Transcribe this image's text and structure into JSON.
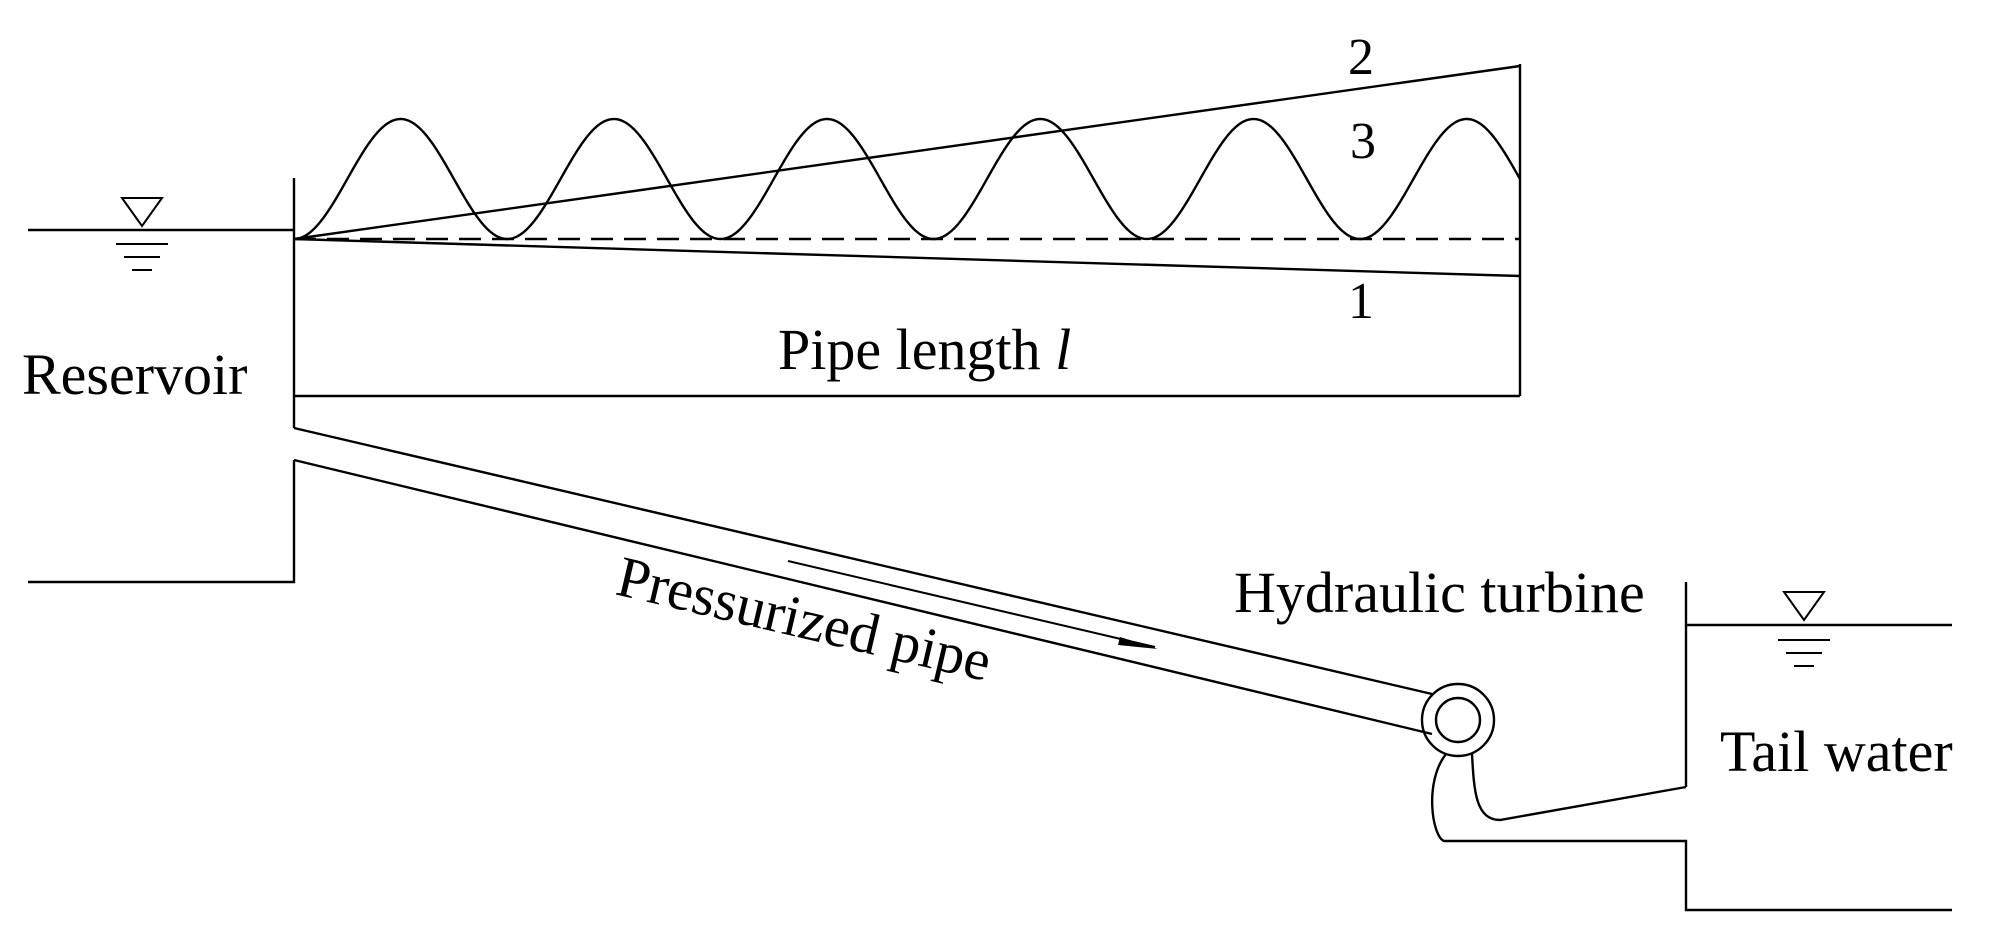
{
  "labels": {
    "reservoir": "Reservoir",
    "pipe_length_prefix": "Pipe length ",
    "pipe_length_symbol": "l",
    "pressurized_pipe": "Pressurized pipe",
    "hydraulic_turbine": "Hydraulic turbine",
    "tail_water": "Tail water",
    "line_1": "1",
    "line_2": "2",
    "line_3": "3"
  },
  "colors": {
    "stroke": "#000000",
    "background": "#ffffff"
  },
  "icons": {
    "reservoir_water_level": "water-level-triangle-icon",
    "tail_water_level": "water-level-triangle-icon",
    "flow_direction": "flow-arrow-icon"
  }
}
